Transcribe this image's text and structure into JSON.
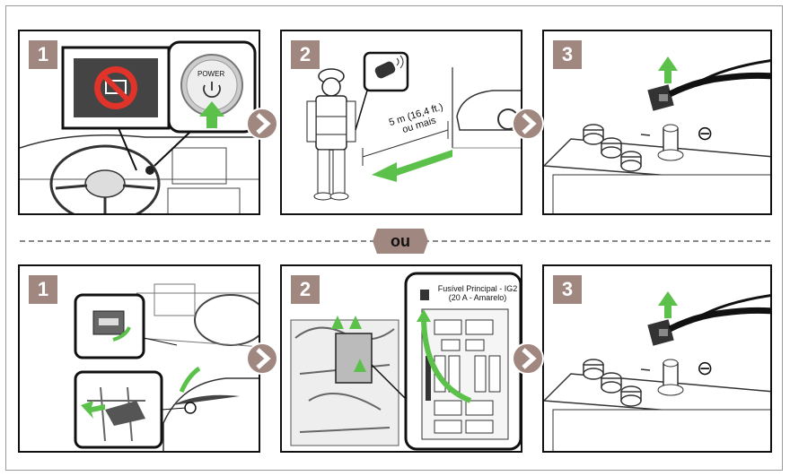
{
  "separator": {
    "label": "ou"
  },
  "top_row": {
    "steps": [
      {
        "number": "1",
        "power_button_label": "POWER"
      },
      {
        "number": "2",
        "distance_line1": "5 m (16,4 ft.)",
        "distance_line2": "ou mais"
      },
      {
        "number": "3",
        "terminal_symbol": "⊖"
      }
    ]
  },
  "bottom_row": {
    "steps": [
      {
        "number": "1"
      },
      {
        "number": "2",
        "fuse_label_line1": "Fusível Principal - IG2",
        "fuse_label_line2": "(20 A - Amarelo)"
      },
      {
        "number": "3",
        "terminal_symbol": "⊖"
      }
    ]
  },
  "colors": {
    "badge": "#a0877f",
    "arrow_circle": "#a0877f",
    "green_arrow": "#5cc14a",
    "prohibit_red": "#e0342b"
  }
}
